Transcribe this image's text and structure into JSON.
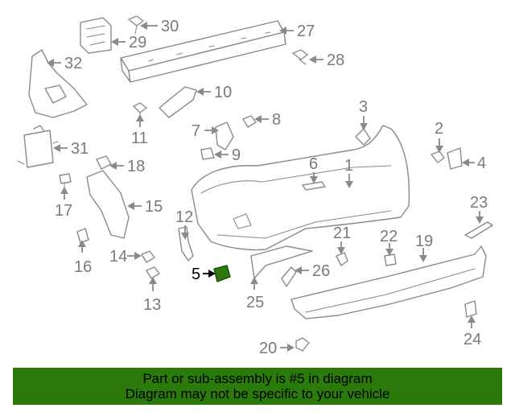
{
  "diagram": {
    "callouts": [
      "1",
      "2",
      "3",
      "4",
      "5",
      "6",
      "7",
      "8",
      "9",
      "10",
      "11",
      "12",
      "13",
      "14",
      "15",
      "16",
      "17",
      "18",
      "19",
      "20",
      "21",
      "22",
      "23",
      "24",
      "25",
      "26",
      "27",
      "28",
      "29",
      "30",
      "31",
      "32"
    ],
    "highlighted_part": "5",
    "highlight_color": "#2b7a0b"
  },
  "footer": {
    "line1": "Part or sub-assembly is #5 in diagram",
    "line2": "Diagram may not be specific to your vehicle",
    "background": "#2b7a0b"
  }
}
